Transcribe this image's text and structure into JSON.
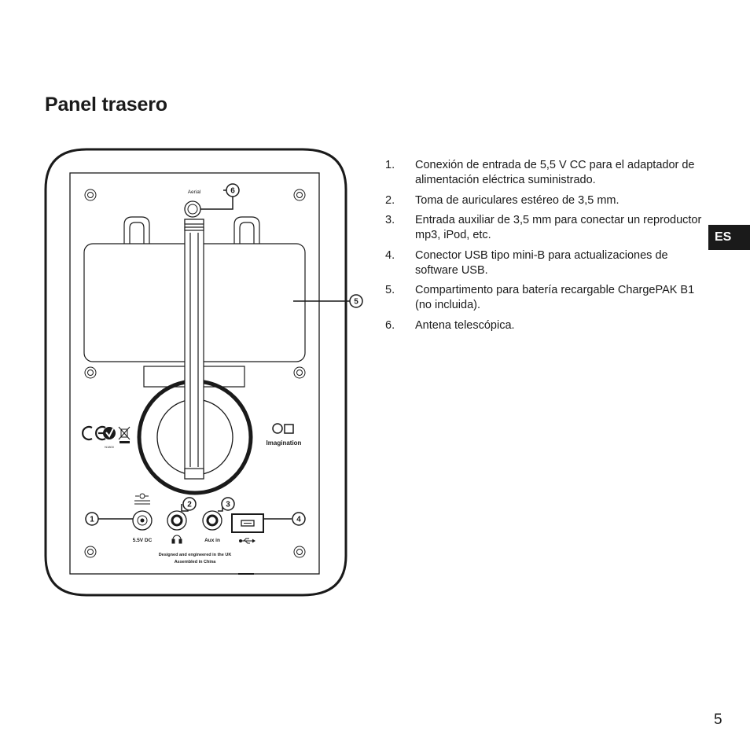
{
  "page": {
    "title": "Panel trasero",
    "language_tab": "ES",
    "page_number": "5"
  },
  "items": [
    {
      "num": "1.",
      "text": "Conexión de entrada de 5,5 V CC para el adaptador de alimentación eléctrica suministrado."
    },
    {
      "num": "2.",
      "text": "Toma de auriculares estéreo de 3,5 mm."
    },
    {
      "num": "3.",
      "text": "Entrada auxiliar de 3,5 mm para conectar un reproductor mp3, iPod, etc."
    },
    {
      "num": "4.",
      "text": "Conector USB tipo mini-B para actualizaciones de software USB."
    },
    {
      "num": "5.",
      "text": "Compartimento para batería recargable ChargePAK B1 (no incluida)."
    },
    {
      "num": "6.",
      "text": "Antena telescópica."
    }
  ],
  "diagram": {
    "callouts": [
      "1",
      "2",
      "3",
      "4",
      "5",
      "6"
    ],
    "aerial_label": "Aerial",
    "dc_label": "5.5V DC",
    "aux_label": "Aux in",
    "brand": "Imagination",
    "cert_code": "N1800",
    "designed_line": "Designed and engineered in the UK",
    "assembled_line": "Assembled in China"
  }
}
